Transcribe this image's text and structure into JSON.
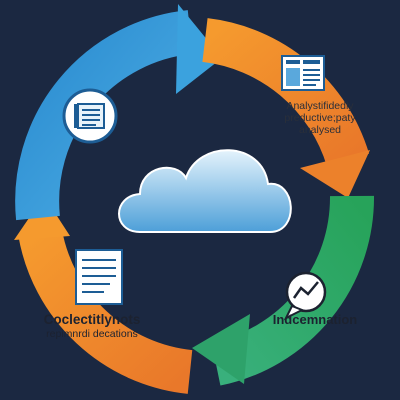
{
  "colors": {
    "background": "#1b2841",
    "arrow_blue": "#3a9bd8",
    "arrow_orange": "#f28a2a",
    "arrow_green": "#2ea26a",
    "cloud_light": "#d9eefa",
    "cloud_dark": "#5aa8dc"
  },
  "icons": {
    "top_left": "document-list-icon",
    "top_right": "report-icon",
    "bottom_right": "chat-graph-icon",
    "bottom_left": "document-icon",
    "center": "cloud-icon"
  },
  "labels": {
    "top_right": {
      "line1": "Analystifidedly",
      "line2": "preductive;paty",
      "line3": "analysed"
    },
    "bottom_right": {
      "title": "Indcemnation"
    },
    "bottom_left": {
      "title": "Coclectitlynots",
      "subtitle": "repimnrdi decations"
    }
  }
}
